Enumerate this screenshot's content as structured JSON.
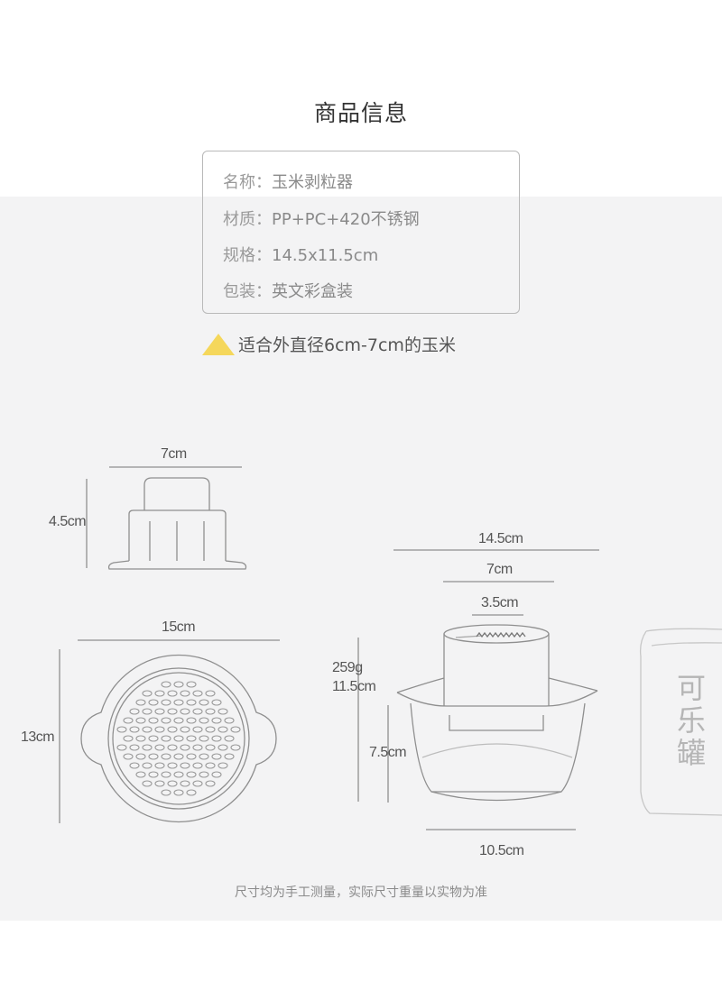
{
  "title": "商品信息",
  "specs": [
    {
      "key": "名称：",
      "value": "玉米剥粒器"
    },
    {
      "key": "材质：",
      "value": "PP+PC+420不锈钢"
    },
    {
      "key": "规格：",
      "value": "14.5x11.5cm"
    },
    {
      "key": "包装：",
      "value": "英文彩盒装"
    }
  ],
  "fit_note": "适合外直径6cm-7cm的玉米",
  "dimensions": {
    "top_part_width": "7cm",
    "top_part_height": "4.5cm",
    "base_width": "15cm",
    "base_depth": "13cm",
    "assembled_width": "14.5cm",
    "assembled_mid_width": "7cm",
    "assembled_inner_width": "3.5cm",
    "weight": "259g",
    "assembled_height": "11.5cm",
    "bowl_height": "7.5cm",
    "bowl_bottom_width": "10.5cm"
  },
  "can_label": [
    "可",
    "乐",
    "罐"
  ],
  "footnote": "尺寸均为手工测量，实际尺寸重量以实物为准",
  "colors": {
    "accent": "#f5d75b",
    "panel": "#f3f3f4",
    "line": "#8f8f8f"
  }
}
